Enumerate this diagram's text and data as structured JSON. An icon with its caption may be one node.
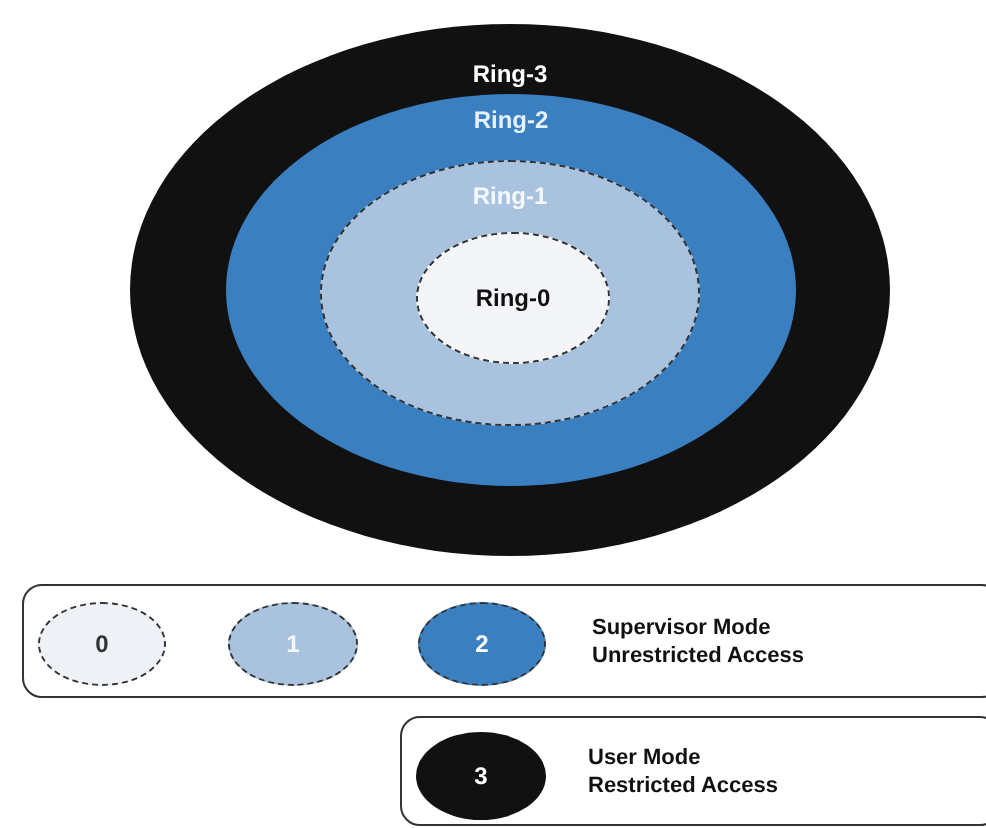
{
  "diagram": {
    "nodes": [
      {
        "text": [
          "Ring-3"
        ]
      },
      {
        "text": [
          "Ring-2"
        ],
        "in": 0
      },
      {
        "text": [
          "Ring-1"
        ],
        "in": 1
      },
      {
        "text": [
          "Ring-0"
        ],
        "in": 2
      },
      {
        "text": [
          "Supervisor Mode Unrestricted Access"
        ]
      },
      {
        "text": [
          "0"
        ],
        "in": 4
      },
      {
        "text": [
          "1"
        ],
        "in": 4
      },
      {
        "text": [
          "2"
        ],
        "in": 4
      },
      {
        "text": [
          "User Mode Restricted Access"
        ]
      },
      {
        "text": [
          "3"
        ],
        "in": 8
      }
    ],
    "edges": []
  }
}
